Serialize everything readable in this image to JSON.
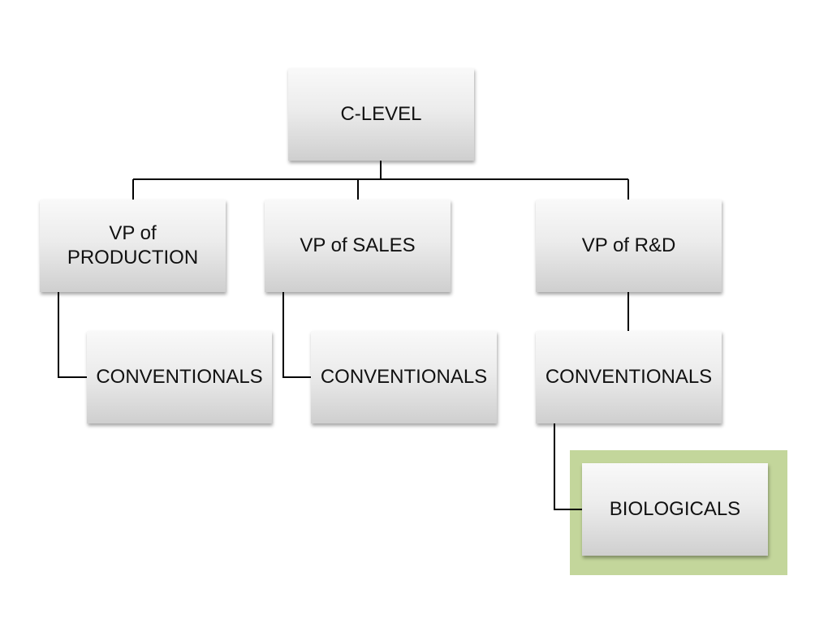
{
  "org_chart": {
    "root": {
      "label": "C-LEVEL"
    },
    "vp_production": {
      "label": "VP of\nPRODUCTION"
    },
    "vp_sales": {
      "label": "VP of SALES"
    },
    "vp_rd": {
      "label": "VP of R&D"
    },
    "production_conventionals": {
      "label": "CONVENTIONALS"
    },
    "sales_conventionals": {
      "label": "CONVENTIONALS"
    },
    "rd_conventionals": {
      "label": "CONVENTIONALS"
    },
    "rd_biologicals": {
      "label": "BIOLOGICALS",
      "highlighted": true
    }
  },
  "colors": {
    "highlight": "#c3d69b",
    "connector": "#000000",
    "box_top": "#f9f9f9",
    "box_bottom": "#cfcfcf",
    "text": "#111111"
  }
}
